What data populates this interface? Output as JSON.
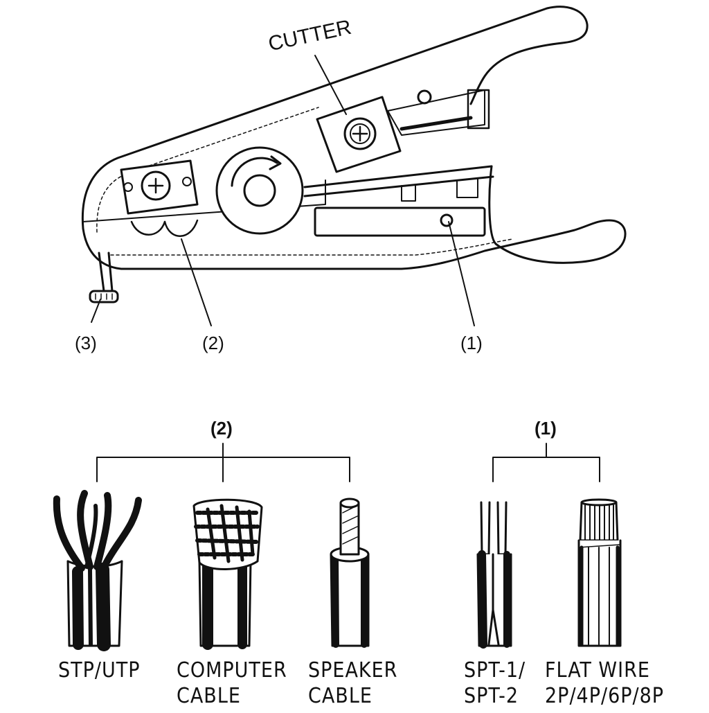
{
  "tool": {
    "cutter_label": "CUTTER",
    "callouts": [
      "(3)",
      "(2)",
      "(1)"
    ]
  },
  "groups": [
    {
      "label": "(2)",
      "cables": [
        {
          "line1": "STP/UTP",
          "line2": ""
        },
        {
          "line1": "COMPUTER",
          "line2": "CABLE"
        },
        {
          "line1": "SPEAKER",
          "line2": "CABLE"
        }
      ]
    },
    {
      "label": "(1)",
      "cables": [
        {
          "line1": "SPT-1/",
          "line2": "SPT-2"
        },
        {
          "line1": "FLAT WIRE",
          "line2": "2P/4P/6P/8P"
        }
      ]
    }
  ]
}
